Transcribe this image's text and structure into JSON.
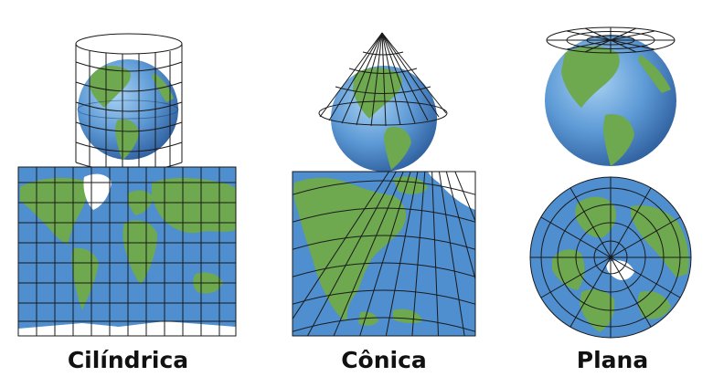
{
  "projections": [
    {
      "id": "cylindrical",
      "label": "Cilíndrica"
    },
    {
      "id": "conic",
      "label": "Cônica"
    },
    {
      "id": "planar",
      "label": "Plana"
    }
  ],
  "colors": {
    "ocean": "#4f8fd0",
    "land": "#6ea84f",
    "ice": "#ffffff",
    "grid": "#1a1a1a"
  }
}
